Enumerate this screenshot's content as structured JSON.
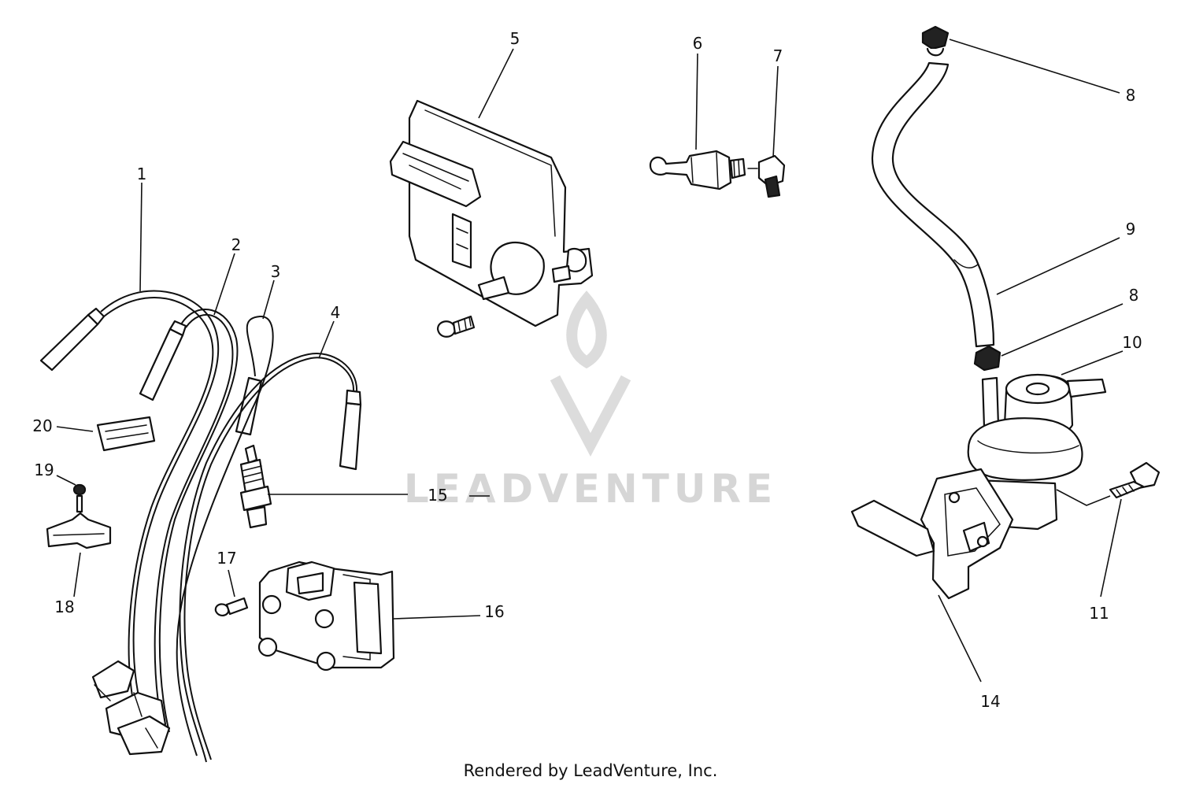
{
  "watermark": {
    "brand_text": "LEADVENTURE",
    "logo_icon": "leadventure-flame-logo"
  },
  "footer": {
    "credit": "Rendered by LeadVenture, Inc."
  },
  "callouts": [
    {
      "id": "1",
      "label": "1"
    },
    {
      "id": "2",
      "label": "2"
    },
    {
      "id": "3",
      "label": "3"
    },
    {
      "id": "4",
      "label": "4"
    },
    {
      "id": "5",
      "label": "5"
    },
    {
      "id": "6",
      "label": "6"
    },
    {
      "id": "7",
      "label": "7"
    },
    {
      "id": "8a",
      "label": "8"
    },
    {
      "id": "9",
      "label": "9"
    },
    {
      "id": "8b",
      "label": "8"
    },
    {
      "id": "10",
      "label": "10"
    },
    {
      "id": "11",
      "label": "11"
    },
    {
      "id": "14",
      "label": "14"
    },
    {
      "id": "15",
      "label": "15"
    },
    {
      "id": "16",
      "label": "16"
    },
    {
      "id": "17",
      "label": "17"
    },
    {
      "id": "18",
      "label": "18"
    },
    {
      "id": "19",
      "label": "19"
    },
    {
      "id": "20",
      "label": "20"
    }
  ],
  "colors": {
    "line": "#111111",
    "background": "#ffffff",
    "watermark": "#d6d6d6"
  }
}
